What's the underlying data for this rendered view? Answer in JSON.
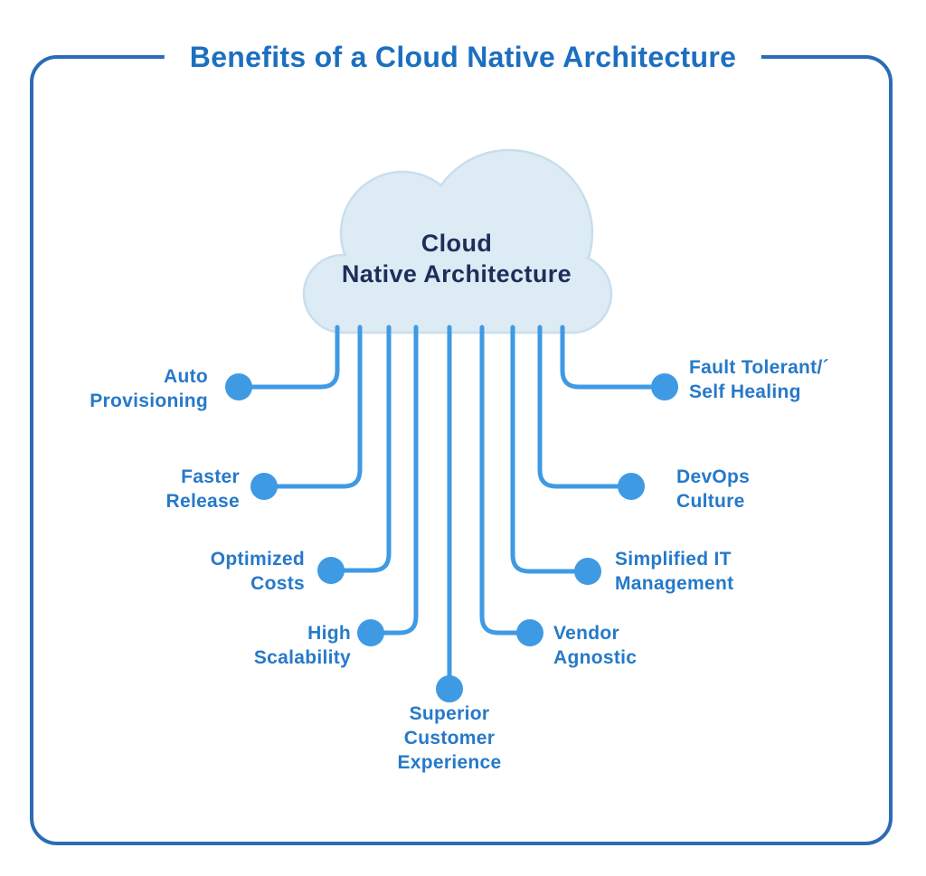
{
  "title": "Benefits of a Cloud Native Architecture",
  "cloud": {
    "label": "Cloud\nNative Architecture"
  },
  "benefits": [
    {
      "id": "auto-provisioning",
      "label": "Auto\nProvisioning"
    },
    {
      "id": "faster-release",
      "label": "Faster\nRelease"
    },
    {
      "id": "optimized-costs",
      "label": "Optimized\nCosts"
    },
    {
      "id": "high-scalability",
      "label": "High\nScalability"
    },
    {
      "id": "superior-customer-experience",
      "label": "Superior\nCustomer\nExperience"
    },
    {
      "id": "vendor-agnostic",
      "label": "Vendor\nAgnostic"
    },
    {
      "id": "simplified-it-management",
      "label": "Simplified IT\nManagement"
    },
    {
      "id": "devops-culture",
      "label": "DevOps\nCulture"
    },
    {
      "id": "fault-tolerant-self-healing",
      "label": "Fault Tolerant/´\nSelf Healing"
    }
  ],
  "colors": {
    "background": "#ffffff",
    "frame": "#2a6cb5",
    "title_text": "#1c6fc0",
    "label_text": "#2679c9",
    "connector": "#3f9ae4",
    "cloud_fill": "#dcebf4",
    "cloud_stroke": "#c9deed",
    "cloud_text": "#1e2e5a"
  }
}
